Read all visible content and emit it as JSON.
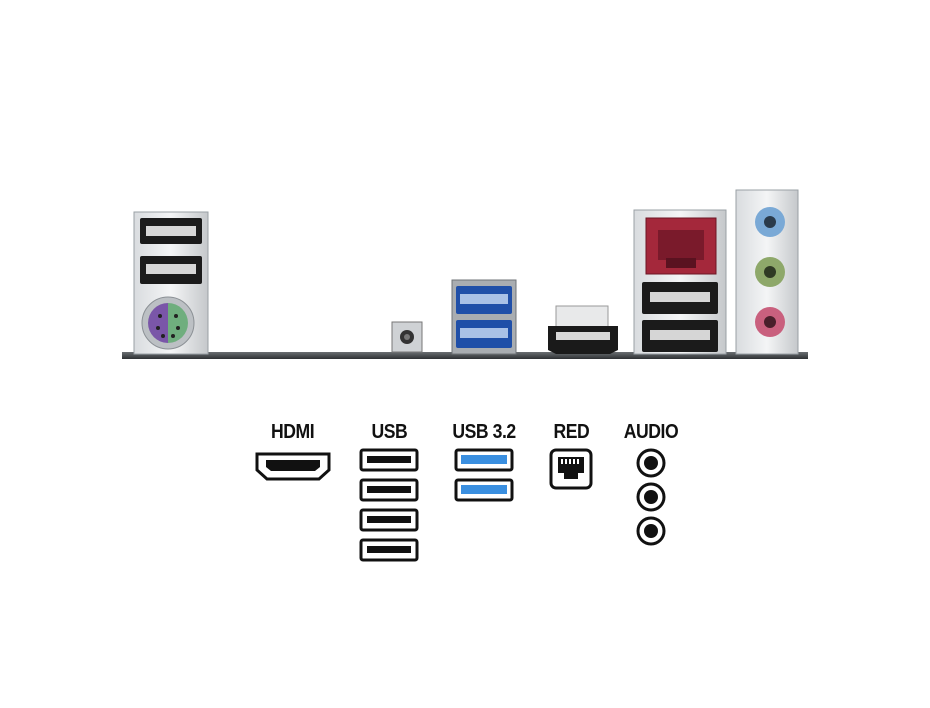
{
  "legend": {
    "hdmi": {
      "label": "HDMI",
      "icon": "hdmi-port-icon",
      "count": 1
    },
    "usb": {
      "label": "USB",
      "icon": "usb-port-icon",
      "count": 4
    },
    "usb32": {
      "label": "USB 3.2",
      "icon": "usb3-port-icon",
      "count": 2,
      "accent": "#3a8fe0"
    },
    "red": {
      "label": "RED",
      "icon": "ethernet-port-icon",
      "count": 1
    },
    "audio": {
      "label": "AUDIO",
      "icon": "audio-jack-icon",
      "count": 3
    }
  },
  "colors": {
    "usb3_blue": "#1f4fa8",
    "ps2_purple": "#7a56a8",
    "ps2_green": "#6fae7e",
    "lan_red": "#a4283b",
    "audio_blue": "#7aa9d6",
    "audio_green": "#8ea86a",
    "audio_pink": "#c9607e"
  }
}
